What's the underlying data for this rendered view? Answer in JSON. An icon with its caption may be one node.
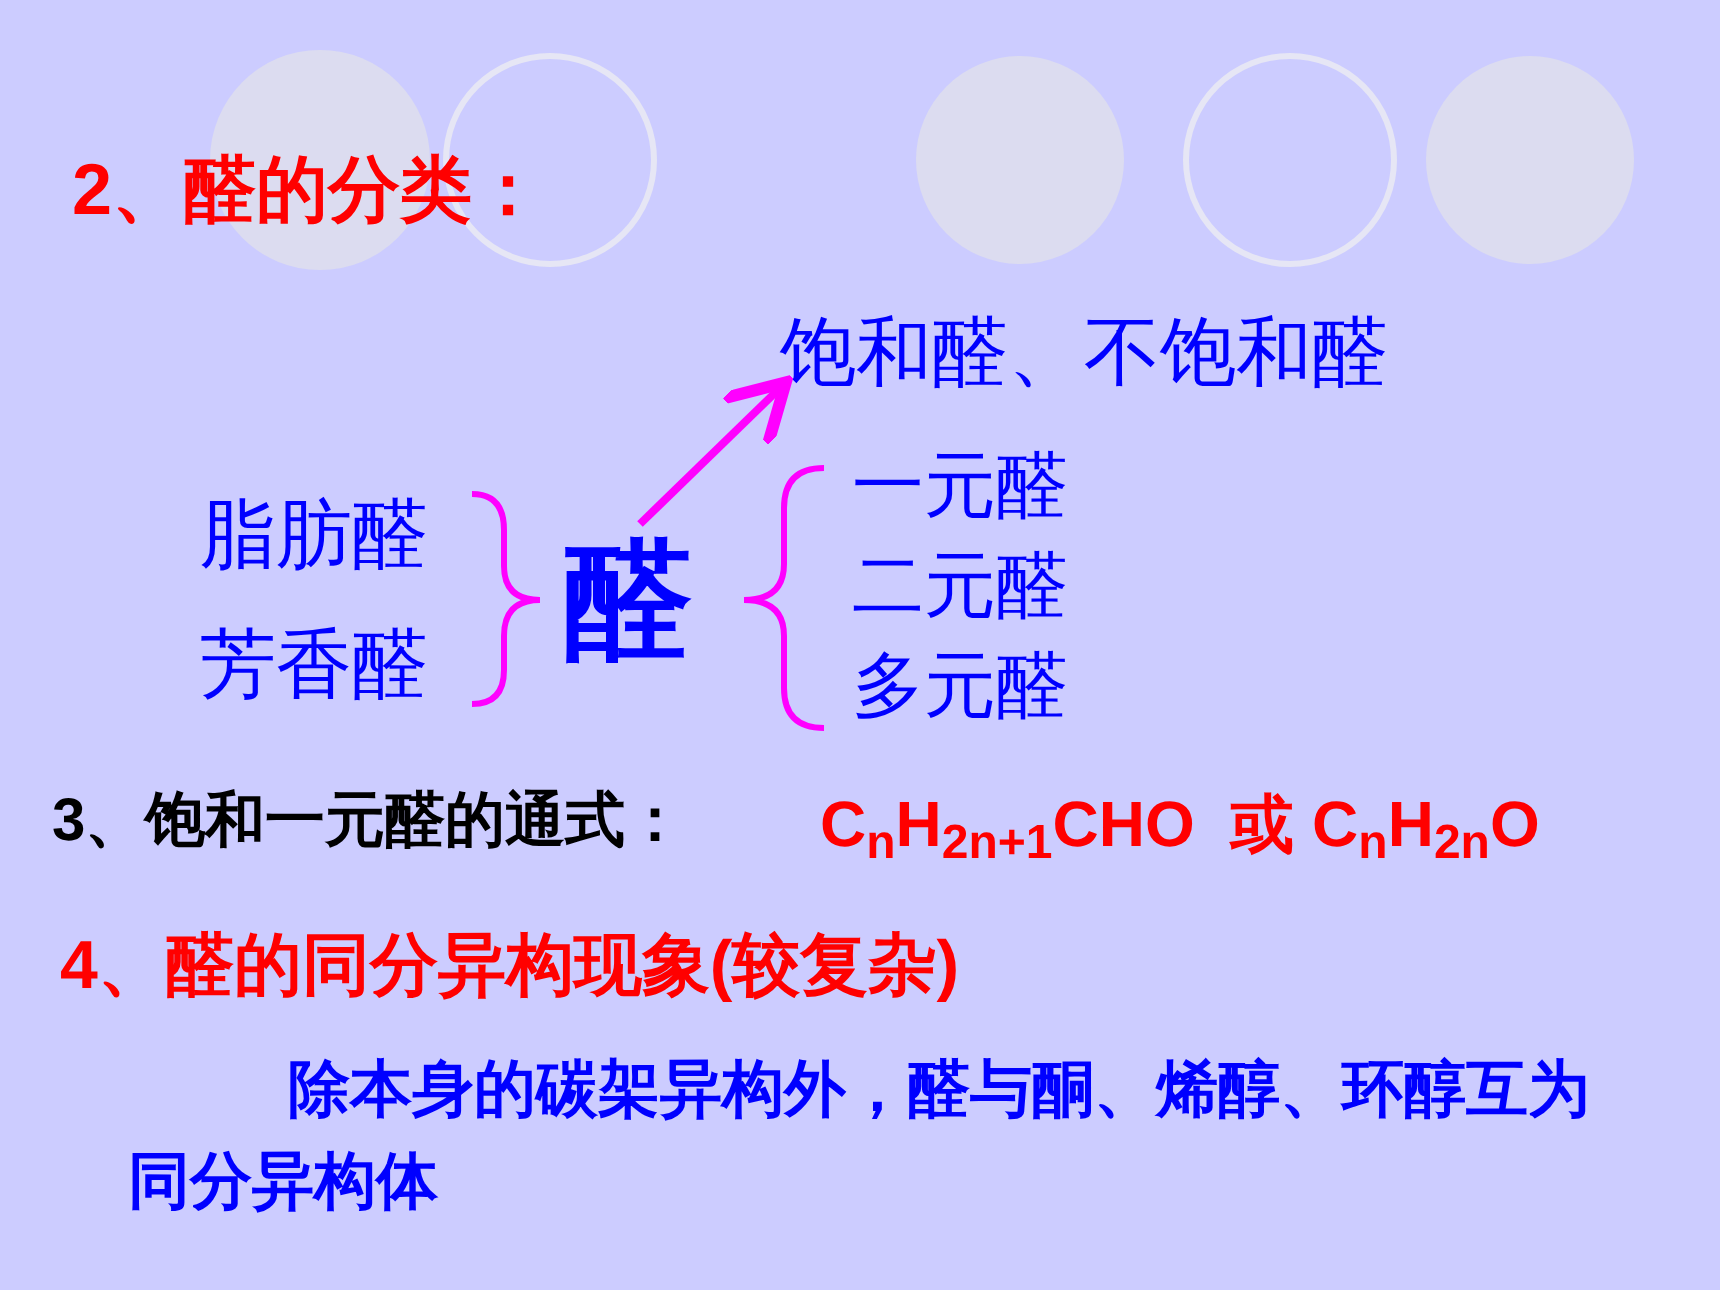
{
  "diagram": {
    "title": "2、醛的分类：",
    "nodes": [
      {
        "text": [
          "醛"
        ]
      },
      {
        "text": [
          "饱和醛、不饱和醛"
        ]
      }
    ],
    "edges": [
      {
        "from": 0,
        "to": 1,
        "arrow": "to",
        "color": "#ff00ff"
      }
    ],
    "labels": [
      "脂肪醛",
      "芳香醛",
      "一元醛",
      "二元醛",
      "多元醛",
      "3、饱和一元醛的通式：",
      "C$_{n}$H$_{2n+1}$CHO  或 C$_{n}$H$_{2n}$O",
      "4、醛的同分异构现象(较复杂)",
      "除本身的碳架异构外，醛与酮、烯醇、环醇互为同分异构体"
    ]
  }
}
